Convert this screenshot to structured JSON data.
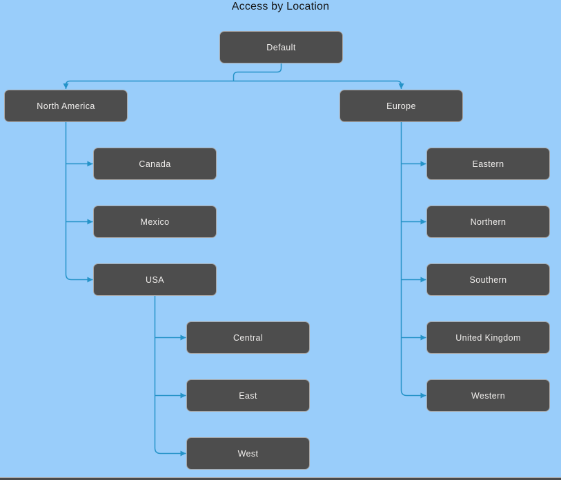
{
  "title": "Access by Location",
  "colors": {
    "background": "#99CDFA",
    "connector": "#2593C8",
    "node_fill": "#4D4D4D",
    "node_border": "#A9A6A4",
    "node_text": "#EFEDEB",
    "title_text": "#161616",
    "bottom_bar": "#4A4A4A"
  },
  "nodes": {
    "default": {
      "label": "Default"
    },
    "north_america": {
      "label": "North America"
    },
    "europe": {
      "label": "Europe"
    },
    "canada": {
      "label": "Canada"
    },
    "mexico": {
      "label": "Mexico"
    },
    "usa": {
      "label": "USA"
    },
    "central": {
      "label": "Central"
    },
    "east": {
      "label": "East"
    },
    "west": {
      "label": "West"
    },
    "eastern": {
      "label": "Eastern"
    },
    "northern": {
      "label": "Northern"
    },
    "southern": {
      "label": "Southern"
    },
    "united_kingdom": {
      "label": "United Kingdom"
    },
    "western": {
      "label": "Western"
    }
  },
  "edges": [
    [
      "Default",
      "North America"
    ],
    [
      "Default",
      "Europe"
    ],
    [
      "North America",
      "Canada"
    ],
    [
      "North America",
      "Mexico"
    ],
    [
      "North America",
      "USA"
    ],
    [
      "USA",
      "Central"
    ],
    [
      "USA",
      "East"
    ],
    [
      "USA",
      "West"
    ],
    [
      "Europe",
      "Eastern"
    ],
    [
      "Europe",
      "Northern"
    ],
    [
      "Europe",
      "Southern"
    ],
    [
      "Europe",
      "United Kingdom"
    ],
    [
      "Europe",
      "Western"
    ]
  ]
}
